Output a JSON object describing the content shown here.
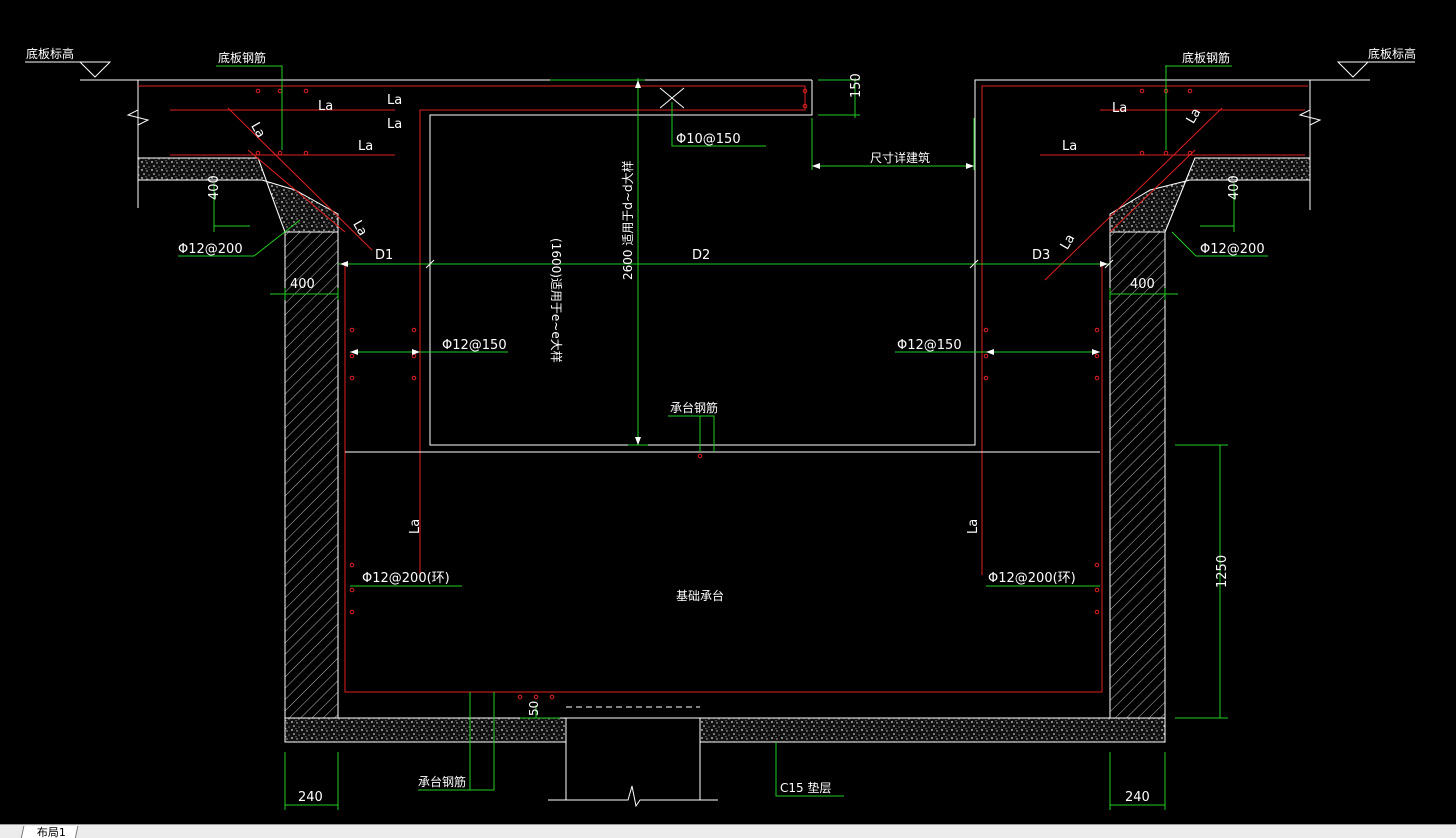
{
  "colors": {
    "background": "#000000",
    "white_line": "#ffffff",
    "rebar": "#e02020",
    "dimension": "#22cc22",
    "tabbar": "#ececec"
  },
  "labels": {
    "slab_elevation_left": "底板标高",
    "slab_rebar_left": "底板钢筋",
    "slab_rebar_right": "底板钢筋",
    "slab_elevation_right": "底板标高",
    "la": "La",
    "phi10_150": "Φ10@150",
    "dim_150": "150",
    "size_see_architecture": "尺寸详建筑",
    "dim_400": "400",
    "phi12_200": "Φ12@200",
    "d1": "D1",
    "d2": "D2",
    "d3": "D3",
    "dim_2600": "2600 适用于d~d大样",
    "dim_1600": "(1600)适用于e~e大样",
    "phi12_150": "Φ12@150",
    "cap_rebar": "承台钢筋",
    "phi12_200_ring": "Φ12@200(环)",
    "foundation_cap": "基础承台",
    "dim_1250": "1250",
    "dim_50": "50",
    "c15_cushion": "C15 垫层",
    "dim_240": "240"
  },
  "tabs": {
    "layout1": "布局1"
  }
}
